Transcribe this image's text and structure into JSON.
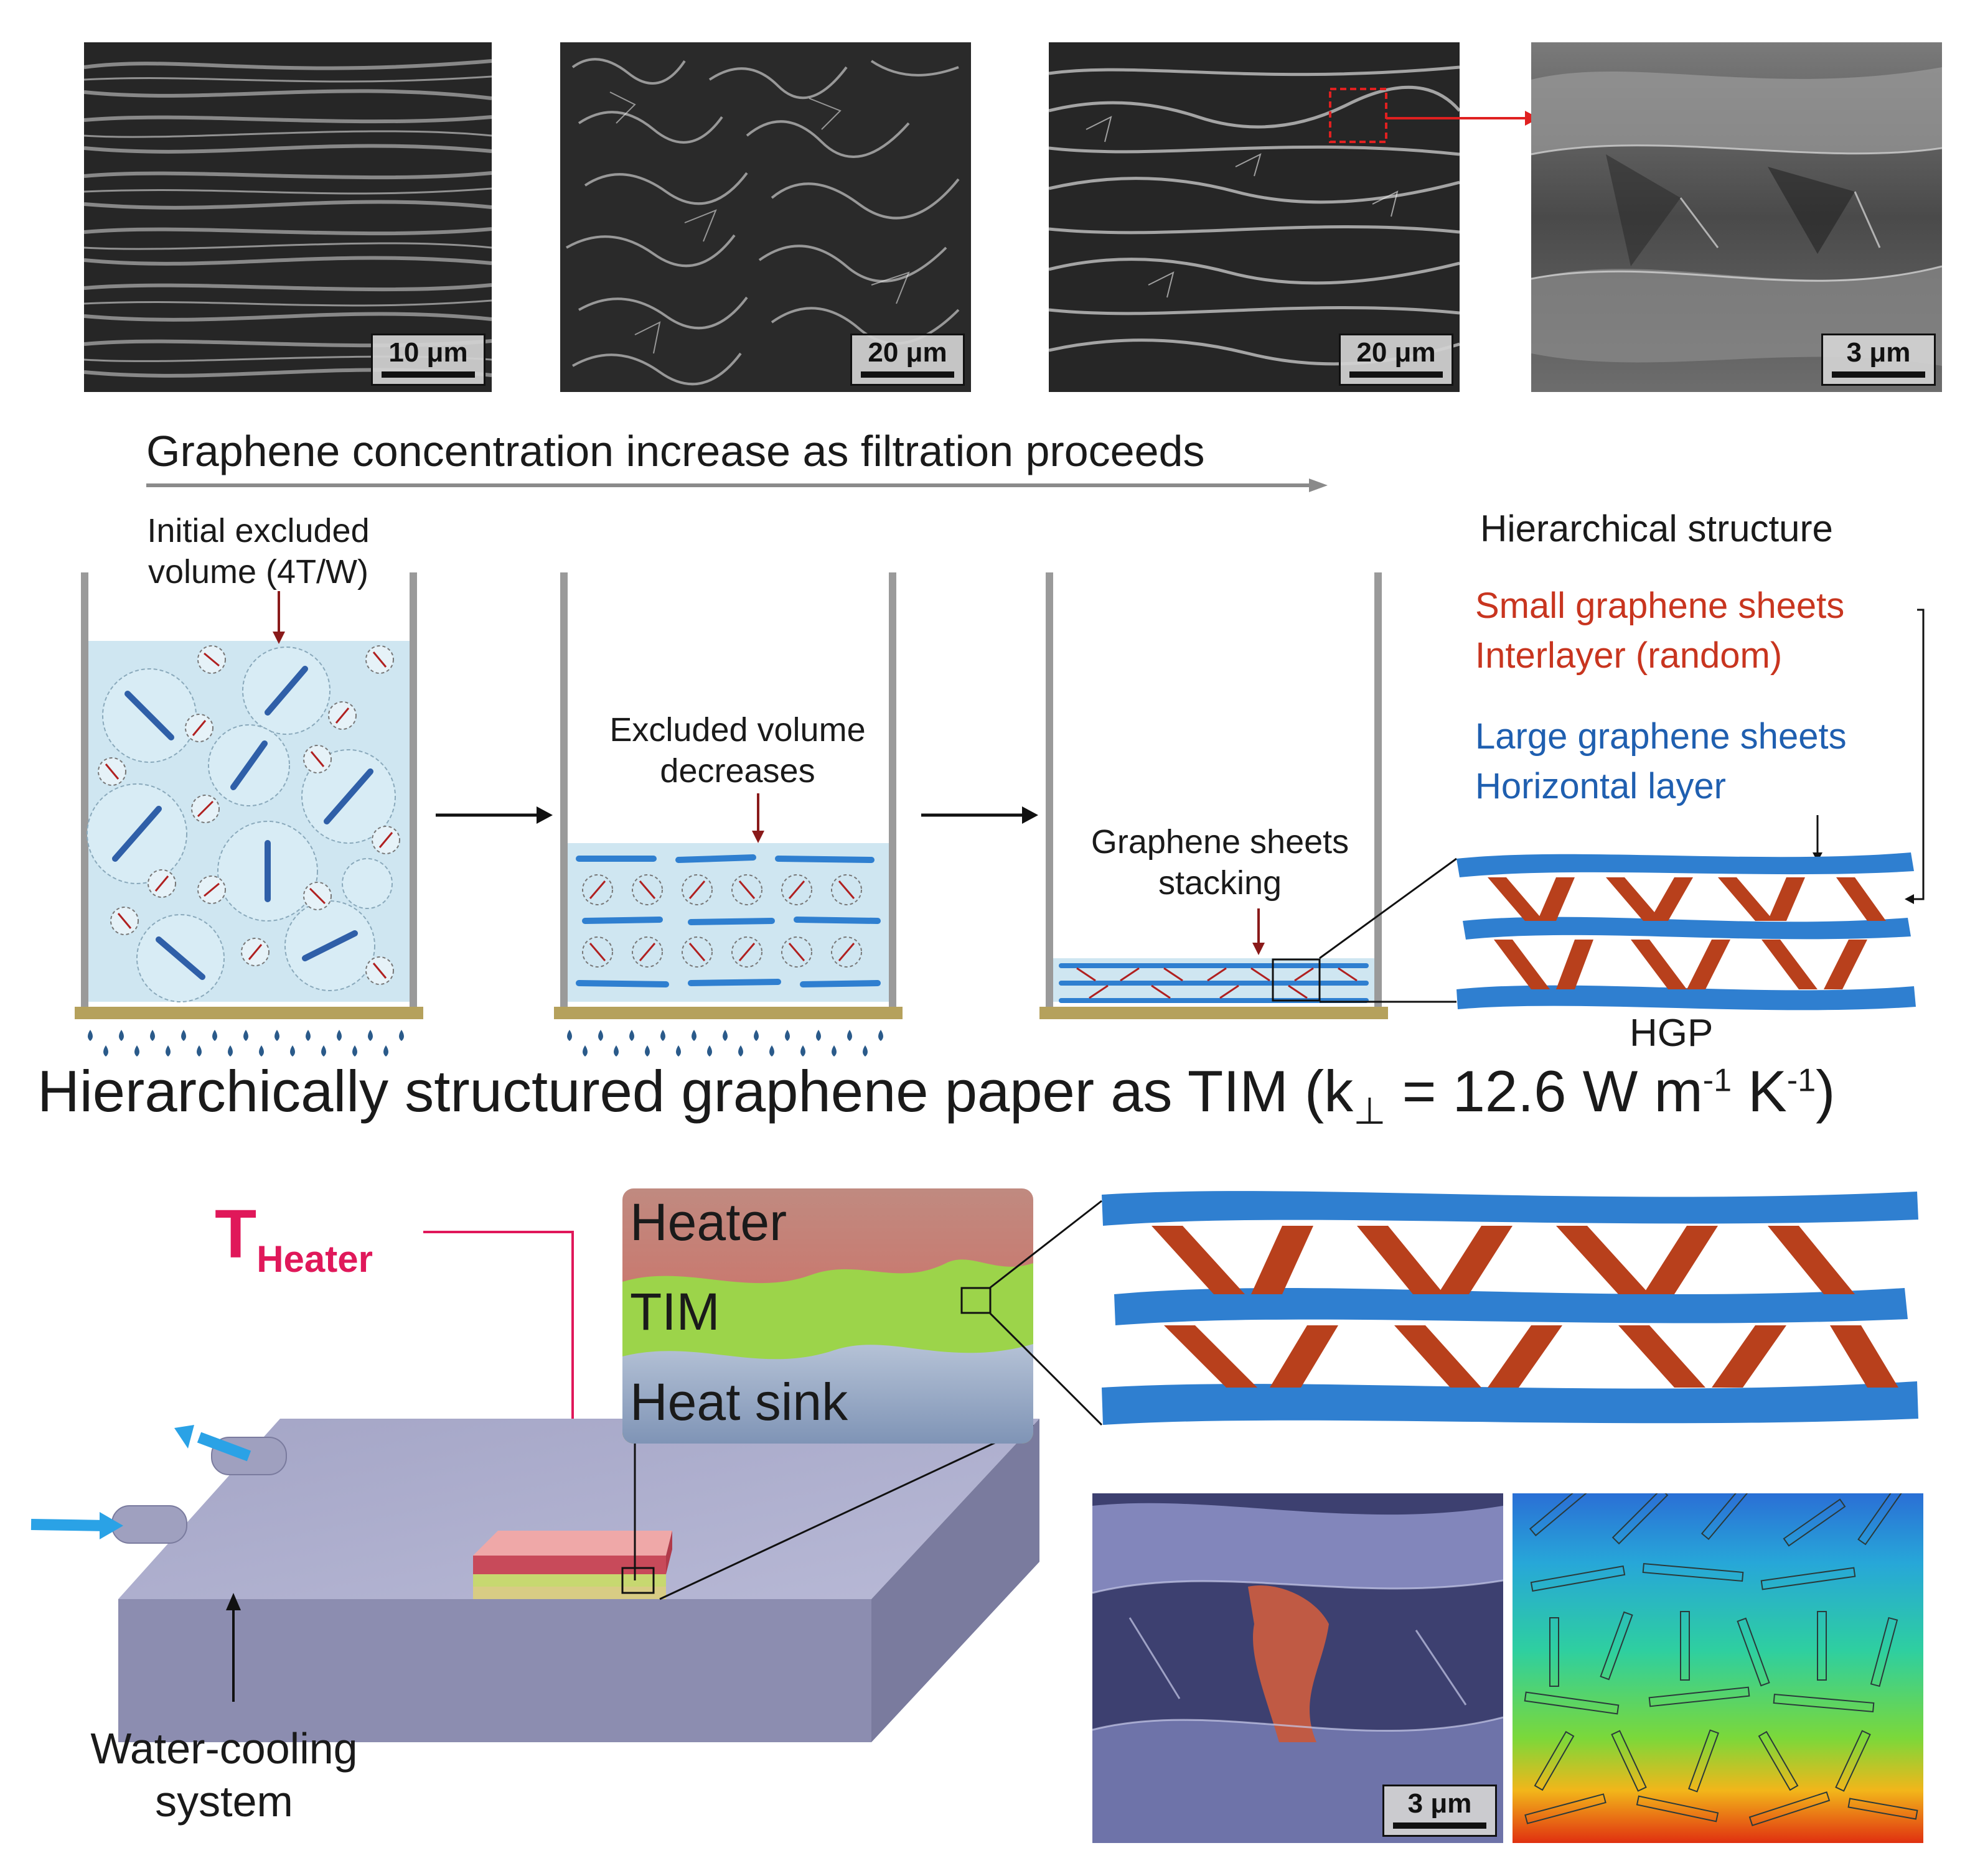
{
  "sem_panels": [
    {
      "scale": "10 μm"
    },
    {
      "scale": "20 μm"
    },
    {
      "scale": "20 μm"
    },
    {
      "scale": "3 μm"
    }
  ],
  "filtration": {
    "arrow_label": "Graphene concentration increase as filtration proceeds",
    "stage1_label": "Initial excluded volume (4T/W)",
    "stage2_label": "Excluded volume decreases",
    "stage3_label": "Graphene sheets stacking"
  },
  "hierarchy": {
    "title": "Hierarchical structure",
    "small_line1": "Small graphene sheets",
    "small_line2": "Interlayer (random)",
    "large_line1": "Large graphene sheets",
    "large_line2": "Horizontal layer",
    "hgp_label": "HGP"
  },
  "headline": {
    "main": "Hierarchically structured graphene paper as TIM (k",
    "sub_symbol": "⊥",
    "value": " = 12.6 W m",
    "exp1": "-1",
    "unit2": " K",
    "exp2": "-1",
    "close": ")"
  },
  "device": {
    "t_label": "T",
    "t_sub": "Heater",
    "heater_label": "Heater",
    "tim_label": "TIM",
    "sink_label": "Heat sink",
    "cooling_line1": "Water-cooling",
    "cooling_line2": "system"
  },
  "bottom_sem": {
    "scale": "3 μm"
  },
  "colors": {
    "red_text": "#c8351f",
    "blue_text": "#1f5fb0",
    "pink_text": "#e0185a",
    "graphene_blue": "#2f7fd0",
    "graphene_red": "#b8401c"
  }
}
